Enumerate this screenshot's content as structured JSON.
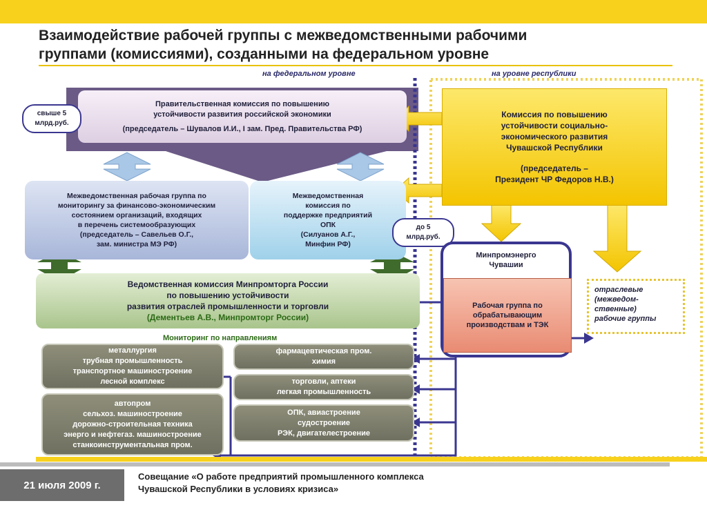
{
  "header": {
    "title_line1": "Взаимодействие рабочей группы с межведомственными рабочими",
    "title_line2": "группами (комиссиями), созданными на федеральном уровне"
  },
  "levels": {
    "federal": "на федеральном уровне",
    "republic": "на уровне республики"
  },
  "gov_commission": {
    "line1": "Правительственная комиссия по повышению",
    "line2": "устойчивости развития российской экономики",
    "chair": "(председатель – Шувалов И.И., I зам. Пред. Правительства РФ)"
  },
  "badge_over5": {
    "line1": "свыше 5",
    "line2": "млрд.руб."
  },
  "badge_upto5": {
    "line1": "до 5",
    "line2": "млрд.руб."
  },
  "mwg_monitoring": {
    "l1": "Межведомственная рабочая группа по",
    "l2": "мониторингу за финансово-экономическим",
    "l3": "состоянием организаций, входящих",
    "l4": "в перечень системообразующих",
    "l5": "(председатель – Савельев О.Г.,",
    "l6": "зам. министра МЭ РФ)"
  },
  "mwc_opk": {
    "l1": "Межведомственная",
    "l2": "комиссия по",
    "l3": "поддержке предприятий",
    "l4": "ОПК",
    "l5": "(Силуанов А.Г.,",
    "l6": "Минфин РФ)"
  },
  "minprom_commission": {
    "l1": "Ведомственная комиссия Минпромторга России",
    "l2": "по повышению устойчивости",
    "l3": "развития отраслей промышленности и торговли",
    "l4": "(Дементьев А.В., Минпромторг России)"
  },
  "chuvash_commission": {
    "l1": "Комиссия по повышению",
    "l2": "устойчивости социально-",
    "l3": "экономического развития",
    "l4": "Чувашской Республики",
    "l5": "(председатель –",
    "l6": "Президент ЧР Федоров Н.В.)"
  },
  "minpromenergo": {
    "l1": "Минпромэнерго",
    "l2": "Чувашии"
  },
  "working_group": {
    "l1": "Рабочая группа по",
    "l2": "обрабатывающим",
    "l3": "производствам и ТЭК"
  },
  "sector_groups": {
    "l1": "отраслевые",
    "l2": "(межведом-",
    "l3": "ственные)",
    "l4": "рабочие группы"
  },
  "monitoring_title": "Мониторинг по направлениям",
  "monitoring": {
    "g1": [
      "металлургия",
      "трубная промышленность",
      "транспортное машиностроение",
      "лесной комплекс"
    ],
    "g2": [
      "автопром",
      "сельхоз. машиностроение",
      "дорожно-строительная техника",
      "энерго и нефтегаз. машиностроение",
      "станкоинструментальная пром."
    ],
    "g3": [
      "фармацевтическая пром.",
      "химия"
    ],
    "g4": [
      "торговли, аптеки",
      "легкая промышленность"
    ],
    "g5": [
      "ОПК, авиастроение",
      "судостроение",
      "РЭК, двигателестроение"
    ]
  },
  "footer": {
    "date": "21 июля 2009 г.",
    "line1": "Совещание «О работе предприятий промышленного комплекса",
    "line2": "Чувашской Республики в условиях кризиса»"
  },
  "colors": {
    "accent_yellow": "#f7d11c",
    "navy": "#3a3690",
    "purple": "#6b5a86",
    "blue_box": "#b9c6e4",
    "green_box": "#b2c999",
    "salmon": "#f0a38e"
  }
}
